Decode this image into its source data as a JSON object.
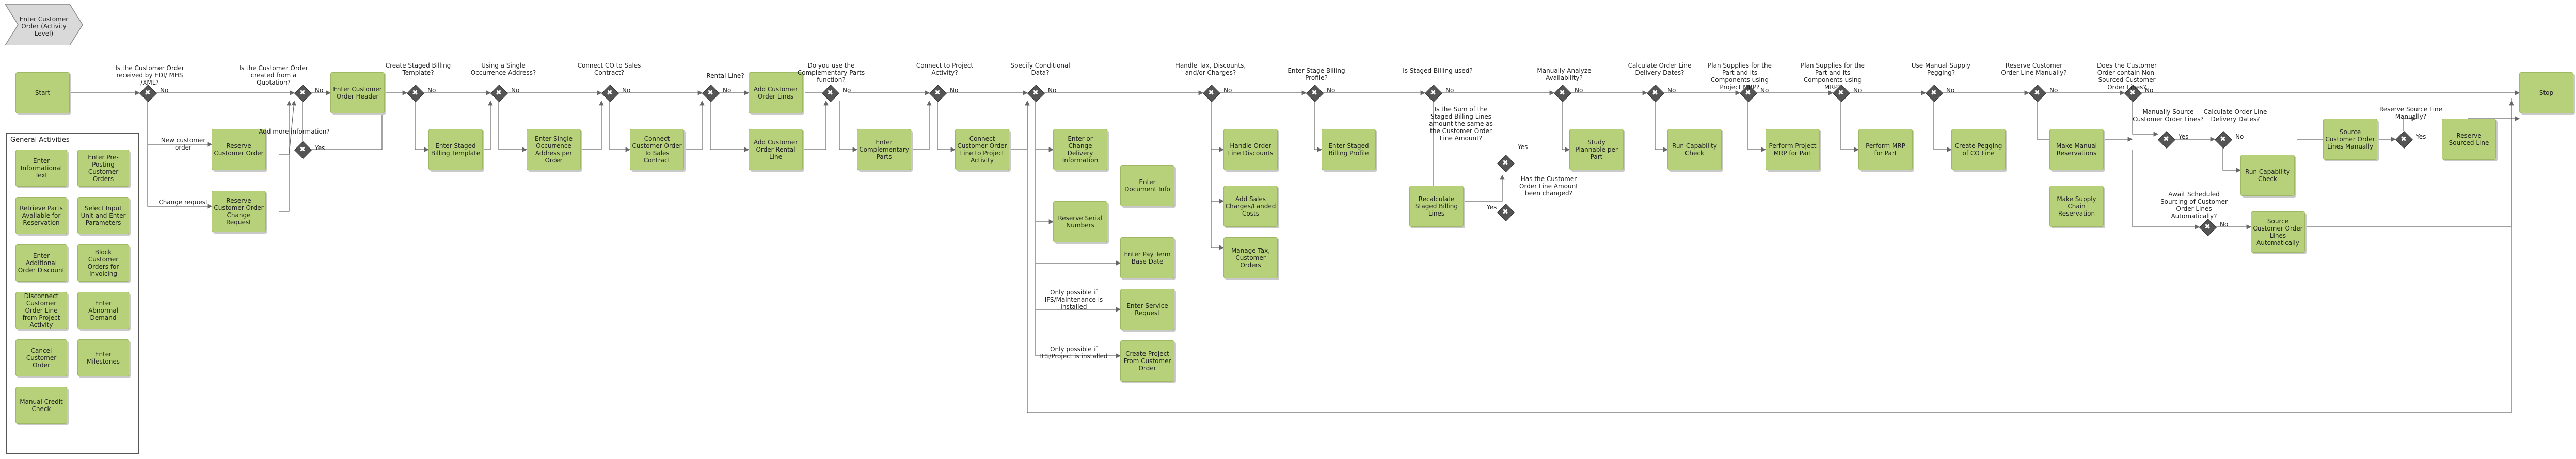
{
  "header": {
    "title": "Enter Customer Order (Activity Level)"
  },
  "general": {
    "title": "General Activities",
    "items": [
      "Enter Informational Text",
      "Enter Pre-Posting Customer Orders",
      "Retrieve Parts Available for Reservation",
      "Select Input Unit and Enter Parameters",
      "Enter Additional Order Discount",
      "Block Customer Orders for Invoicing",
      "Disconnect Customer Order Line from Project Activity",
      "Enter Abnormal Demand",
      "Cancel Customer Order",
      "Enter Milestones",
      "Manual Credit Check"
    ]
  },
  "events": {
    "start": "Start",
    "stop": "Stop"
  },
  "activities": {
    "reserve_co": "Reserve Customer Order",
    "reserve_change": "Reserve Customer Order Change Request",
    "enter_header": "Enter Customer Order Header",
    "staged_template": "Enter Staged Billing Template",
    "single_occ": "Enter Single Occurrence Address per Order",
    "connect_co": "Connect Customer Order To Sales Contract",
    "add_lines": "Add Customer Order Lines",
    "add_rental": "Add Customer Order Rental Line",
    "complementary": "Enter Complementary Parts",
    "connect_project": "Connect Customer Order Line to Project Activity",
    "delivery_info": "Enter or Change Delivery Information",
    "document_info": "Enter Document Info",
    "serial": "Reserve Serial Numbers",
    "pay_term": "Enter Pay Term Base Date",
    "service_req": "Enter Service Request",
    "create_project": "Create Project From Customer Order",
    "line_discounts": "Handle Order Line Discounts",
    "sales_charges": "Add Sales Charges/Landed Costs",
    "manage_tax": "Manage Tax, Customer Orders",
    "staged_profile": "Enter Staged Billing Profile",
    "recalc_staged": "Recalculate Staged Billing Lines",
    "study_plannable": "Study Plannable per Part",
    "run_capability": "Run Capability Check",
    "mrp_part": "Perform Project MRP for Part",
    "mrp_part2": "Perform MRP for Part",
    "pegging": "Create Pegging of CO Line",
    "manual_res": "Make Manual Reservations",
    "supply_res": "Make Supply Chain Reservation",
    "run_capability2": "Run Capability Check",
    "source_manual": "Source Customer Order Lines Manually",
    "source_auto": "Source Customer Order Lines Automatically",
    "reserve_sourced": "Reserve Sourced Line"
  },
  "questions": {
    "q1": "Is the Customer Order received by EDI/ MHS /XML?",
    "q2": "Is the Customer Order created from a Quotation?",
    "q3": "Add more information?",
    "q4": "Create Staged Billing Template?",
    "q5": "Using a Single Occurrence Address?",
    "q6": "Connect CO to Sales Contract?",
    "q7": "Rental Line?",
    "q8": "Do you use the Complementary Parts function?",
    "q9": "Connect to Project Activity?",
    "q10": "Specify Conditional Data?",
    "q11": "Handle Tax, Discounts, and/or Charges?",
    "q12": "Enter Stage Billing Profile?",
    "q13": "Is Staged Billing used?",
    "q14": "Is the Sum of the Staged Billing Lines amount the same as the Customer Order Line Amount?",
    "q15": "Has the Customer Order Line Amount been changed?",
    "q16": "Manually Analyze Availability?",
    "q17": "Calculate Order Line Delivery Dates?",
    "q18": "Plan Supplies for the Part and its Components using Project MRP?",
    "q19": "Plan Supplies for the Part and its Components using MRP?",
    "q20": "Use Manual Supply Pegging?",
    "q21": "Reserve Customer Order Line Manually?",
    "q22": "Does the Customer Order contain Non-Sourced Customer Order Lines?",
    "q23": "Manually Source Customer Order Lines?",
    "q24": "Calculate Order Line Delivery Dates?",
    "q25": "Await Scheduled Sourcing of Customer Order Lines Automatically?",
    "q26": "Reserve Source Line Manually?"
  },
  "flow_labels": {
    "new_order": "New customer order",
    "change_request": "Change request",
    "only_if_maint": "Only possible if IFS/Maintenance is installed",
    "only_if_project": "Only possible if IFS/Project is installed",
    "yes": "Yes",
    "no": "No"
  }
}
